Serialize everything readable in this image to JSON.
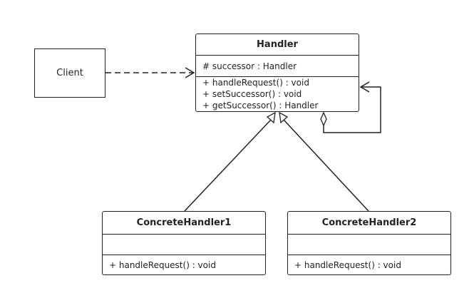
{
  "client": {
    "label": "Client"
  },
  "handler": {
    "name": "Handler",
    "attributes": [
      "# successor : Handler"
    ],
    "operations": [
      "+ handleRequest() : void",
      "+ setSuccessor() : void",
      "+ getSuccessor() : Handler"
    ]
  },
  "concrete_handler_1": {
    "name": "ConcreteHandler1",
    "attributes": [],
    "operations": [
      "+ handleRequest() : void"
    ]
  },
  "concrete_handler_2": {
    "name": "ConcreteHandler2",
    "attributes": [],
    "operations": [
      "+ handleRequest() : void"
    ]
  }
}
